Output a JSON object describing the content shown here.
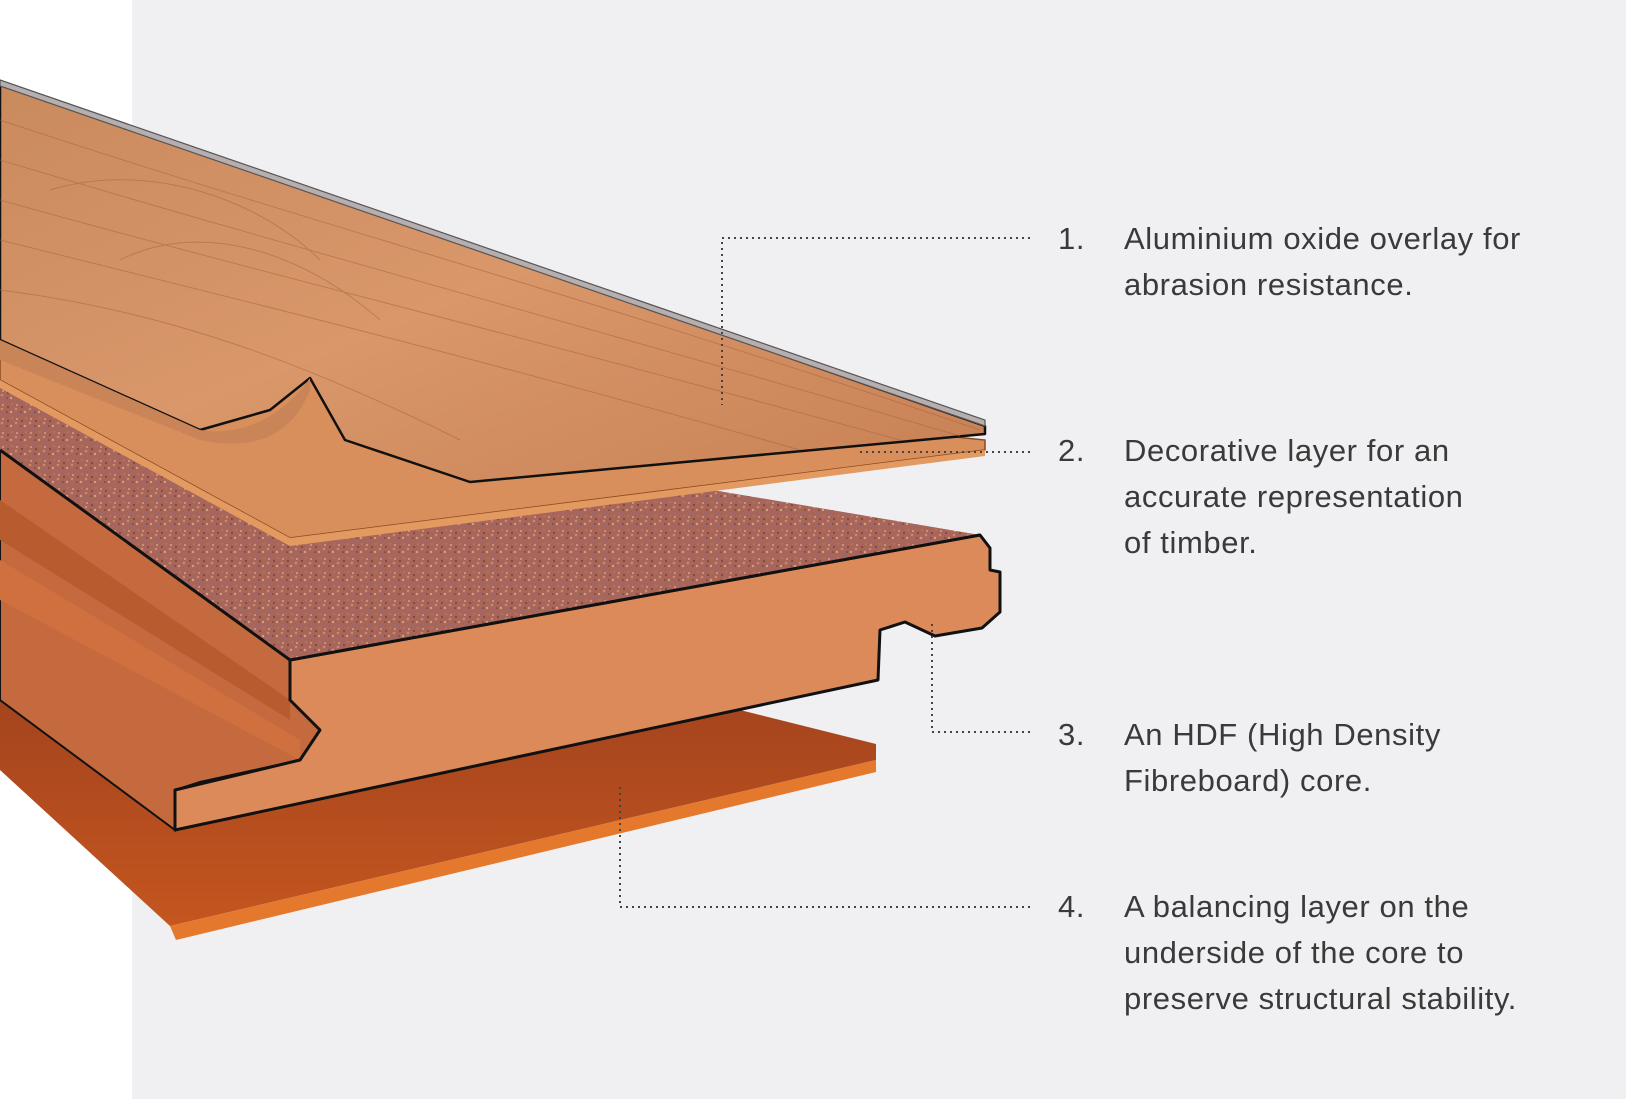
{
  "layers": [
    {
      "number": "1.",
      "text": "Aluminium oxide overlay for\nabrasion resistance."
    },
    {
      "number": "2.",
      "text": "Decorative layer for an\naccurate representation\nof timber."
    },
    {
      "number": "3.",
      "text": "An HDF (High Density\nFibreboard) core."
    },
    {
      "number": "4.",
      "text": "A balancing layer on the\nunderside of the core to\npreserve structural stability."
    }
  ],
  "colors": {
    "background": "#f0f0f2",
    "overlay": "#b7aeb0",
    "wood_top": "#d28e5c",
    "core": "#dc8a5a",
    "core_particles": "#a8665a",
    "balancing_layer": "#e0762a",
    "leader_line": "#444444",
    "text": "#3a3a3a"
  }
}
